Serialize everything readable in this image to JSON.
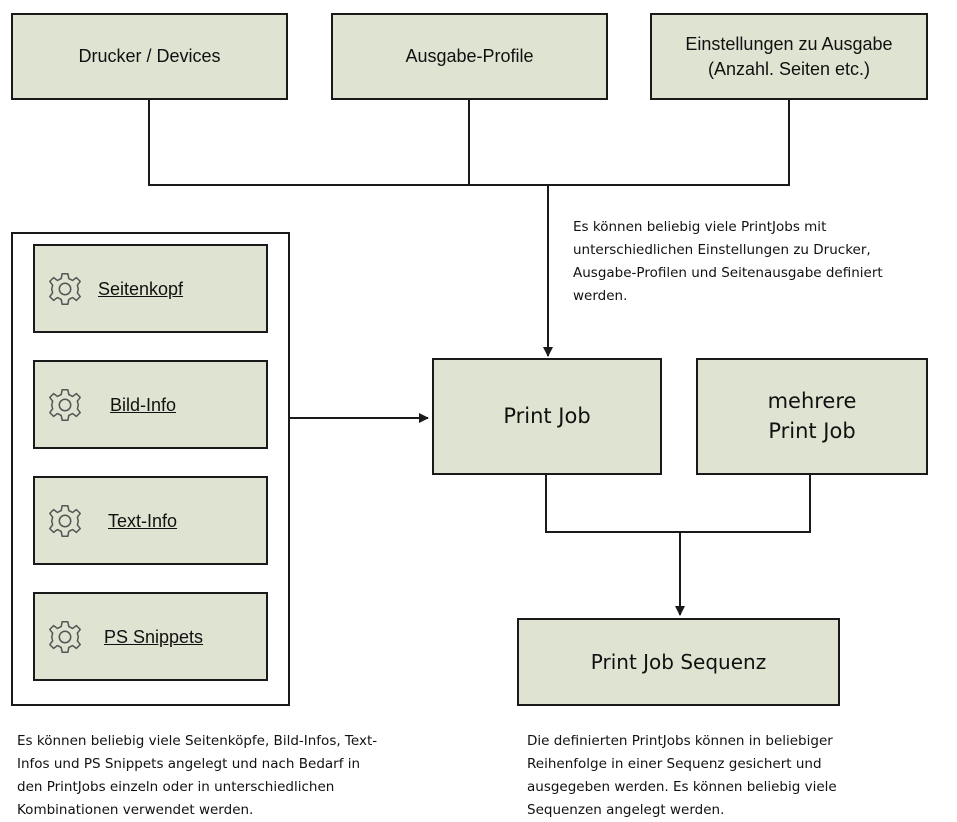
{
  "top_boxes": {
    "devices": "Drucker / Devices",
    "profiles": "Ausgabe-Profile",
    "settings_line1": "Einstellungen zu Ausgabe",
    "settings_line2": "(Anzahl. Seiten etc.)"
  },
  "modules": {
    "header": "Seitenkopf",
    "image_info": "Bild-Info",
    "text_info": "Text-Info",
    "ps_snippets": "PS Snippets"
  },
  "jobs": {
    "print_job": "Print Job",
    "multiple_line1": "mehrere",
    "multiple_line2": "Print Job",
    "sequence": "Print Job Sequenz"
  },
  "notes": {
    "printjobs": [
      "Es können beliebig viele PrintJobs mit",
      "unterschiedlichen Einstellungen zu Drucker,",
      "Ausgabe-Profilen und Seitenausgabe definiert",
      "werden."
    ],
    "modules": [
      "Es können beliebig viele Seitenköpfe, Bild-Infos, Text-",
      "Infos und PS Snippets angelegt und nach Bedarf in",
      "den PrintJobs einzeln oder in unterschiedlichen",
      "Kombinationen verwendet werden."
    ],
    "sequence": [
      "Die definierten PrintJobs können in beliebiger",
      "Reihenfolge in einer Sequenz gesichert und",
      "ausgegeben werden. Es können beliebig viele",
      "Sequenzen angelegt werden."
    ]
  },
  "colors": {
    "box_fill": "#dfe3d1",
    "border": "#1a1a1a",
    "line": "#1a1a1a"
  },
  "icons": {
    "module_icon": "gear-icon"
  }
}
